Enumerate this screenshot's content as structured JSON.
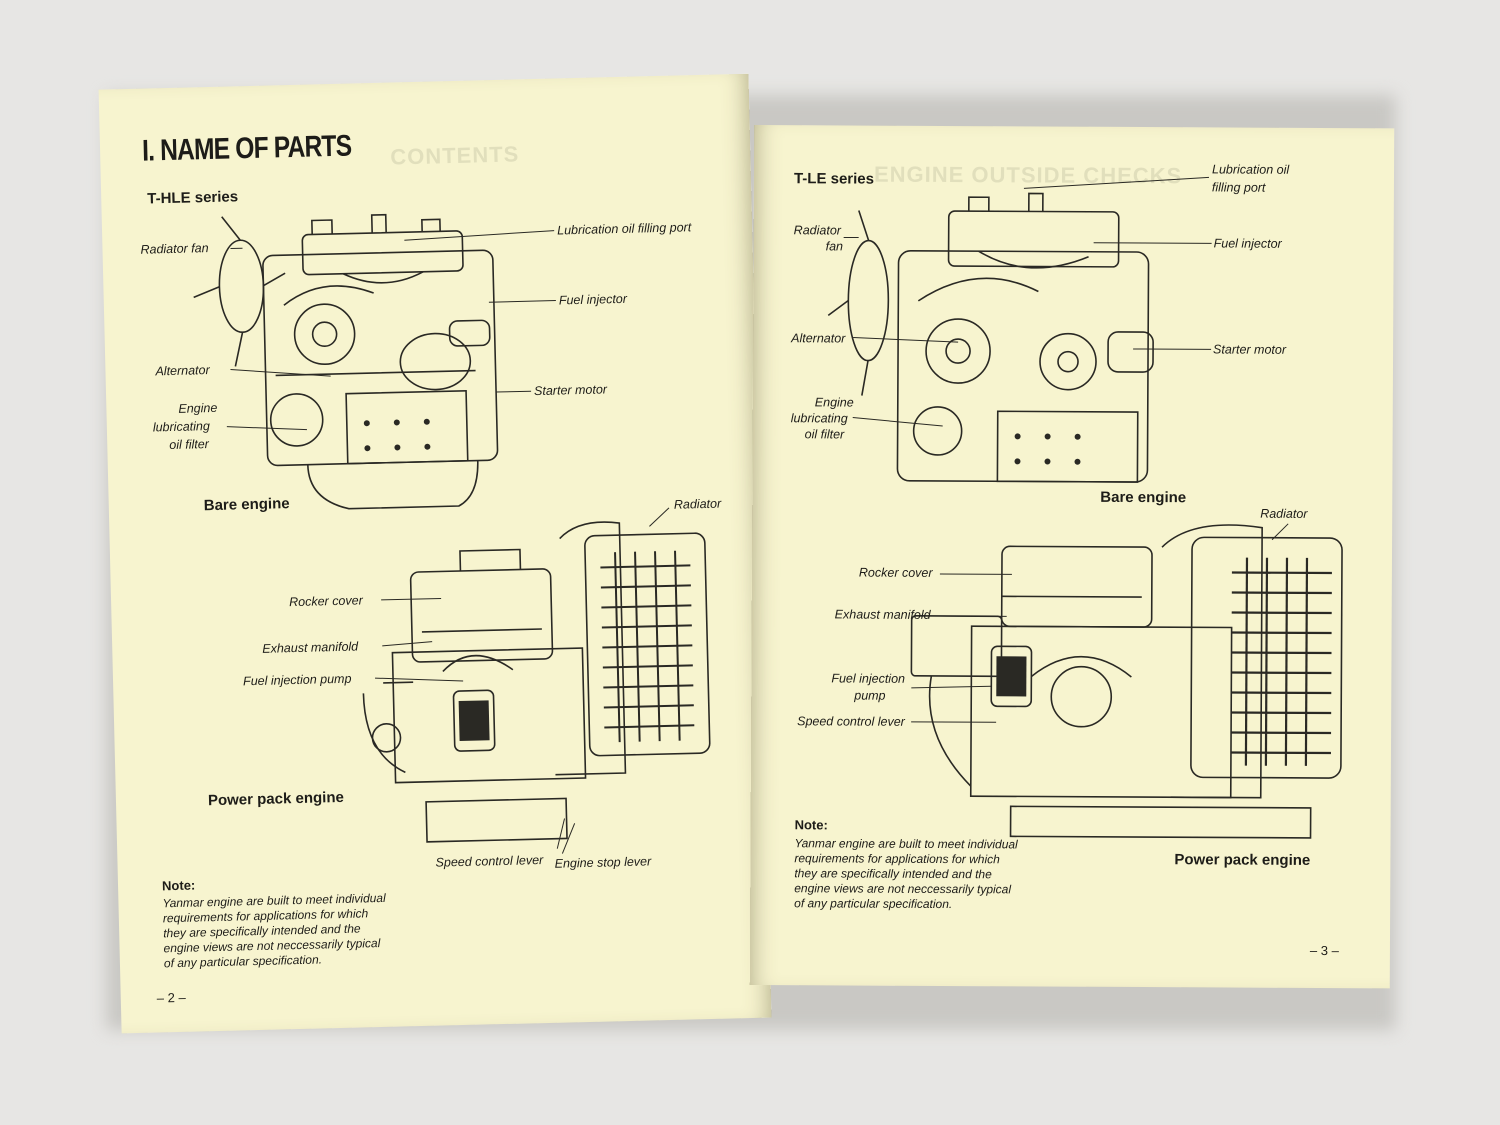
{
  "left_page": {
    "title": "I. NAME OF PARTS",
    "series": "T-HLE series",
    "bare_engine": {
      "caption": "Bare engine",
      "labels": {
        "radiator_fan": "Radiator fan",
        "lub_oil_port": "Lubrication oil filling port",
        "fuel_injector": "Fuel injector",
        "alternator": "Alternator",
        "oil_filter_1": "Engine",
        "oil_filter_2": "lubricating",
        "oil_filter_3": "oil filter",
        "starter_motor": "Starter motor"
      }
    },
    "power_pack": {
      "caption": "Power pack engine",
      "labels": {
        "radiator": "Radiator",
        "rocker_cover": "Rocker cover",
        "exhaust_manifold": "Exhaust manifold",
        "fuel_injection_pump": "Fuel injection pump",
        "speed_control_lever": "Speed control lever",
        "engine_stop_lever": "Engine stop lever"
      }
    },
    "note_heading": "Note:",
    "note_lines": [
      "Yanmar engine are built to meet individual",
      "requirements for applications for which",
      "they are specifically intended and the",
      "engine views are not neccessarily typical",
      "of any particular specification."
    ],
    "page_number": "– 2 –"
  },
  "right_page": {
    "series": "T-LE series",
    "bare_engine": {
      "caption": "Bare engine",
      "labels": {
        "lub_oil_1": "Lubrication oil",
        "lub_oil_2": "filling port",
        "radiator_fan_1": "Radiator",
        "radiator_fan_2": "fan",
        "fuel_injector": "Fuel injector",
        "alternator": "Alternator",
        "starter_motor": "Starter motor",
        "oil_filter_1": "Engine",
        "oil_filter_2": "lubricating",
        "oil_filter_3": "oil filter"
      }
    },
    "power_pack": {
      "caption": "Power pack engine",
      "labels": {
        "radiator": "Radiator",
        "rocker_cover": "Rocker cover",
        "exhaust_manifold": "Exhaust manifold",
        "fuel_pump_1": "Fuel injection",
        "fuel_pump_2": "pump",
        "speed_control_lever": "Speed control lever"
      }
    },
    "note_heading": "Note:",
    "note_lines": [
      "Yanmar engine are built to meet individual",
      "requirements for applications for which",
      "they are specifically intended and the",
      "engine views are not neccessarily typical",
      "of any particular specification."
    ],
    "page_number": "– 3 –"
  }
}
